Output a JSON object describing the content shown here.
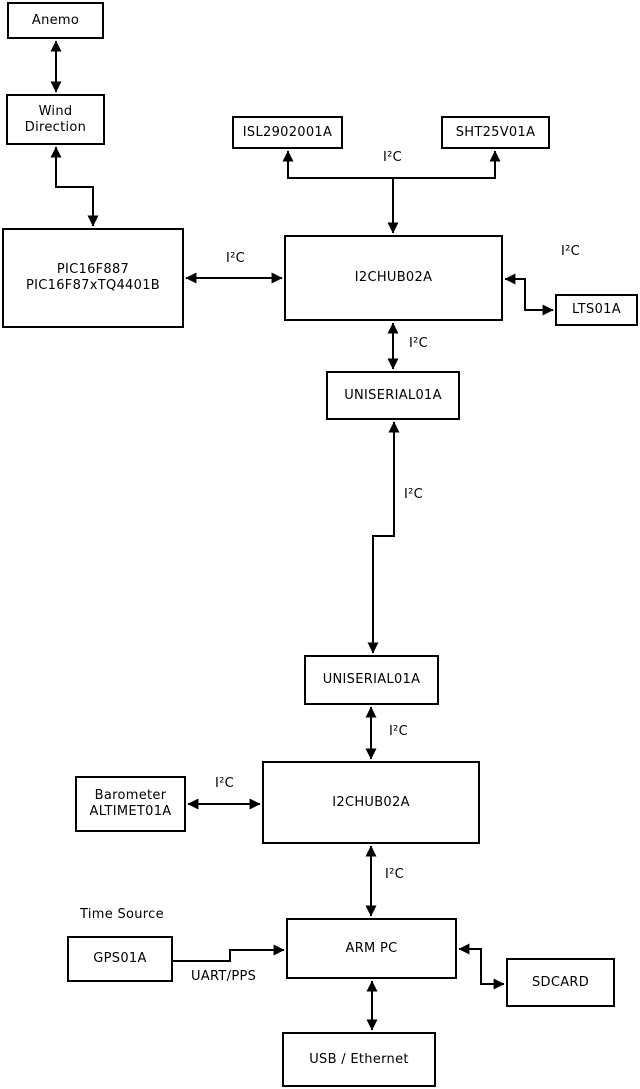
{
  "diagram": {
    "background_color": "#ffffff",
    "line_color": "#000000",
    "nodes": {
      "anemo": {
        "label": "Anemo"
      },
      "wind_direction": {
        "lines": [
          "Wind",
          "Direction"
        ]
      },
      "pic": {
        "lines": [
          "PIC16F887",
          "PIC16F87xTQ4401B"
        ]
      },
      "isl": {
        "label": "ISL2902001A"
      },
      "sht": {
        "label": "SHT25V01A"
      },
      "i2chub_top": {
        "label": "I2CHUB02A"
      },
      "lts": {
        "label": "LTS01A"
      },
      "uniserial_top": {
        "label": "UNISERIAL01A"
      },
      "uniserial_bottom": {
        "label": "UNISERIAL01A"
      },
      "i2chub_bottom": {
        "label": "I2CHUB02A"
      },
      "barometer": {
        "lines": [
          "Barometer",
          "ALTIMET01A"
        ]
      },
      "gps": {
        "label": "GPS01A"
      },
      "arm_pc": {
        "label": "ARM PC"
      },
      "sdcard": {
        "label": "SDCARD"
      },
      "usb_ethernet": {
        "label": "USB / Ethernet"
      }
    },
    "edge_labels": {
      "i2c": "I²C",
      "uart_pps": "UART/PPS",
      "time_source": "Time Source"
    }
  }
}
